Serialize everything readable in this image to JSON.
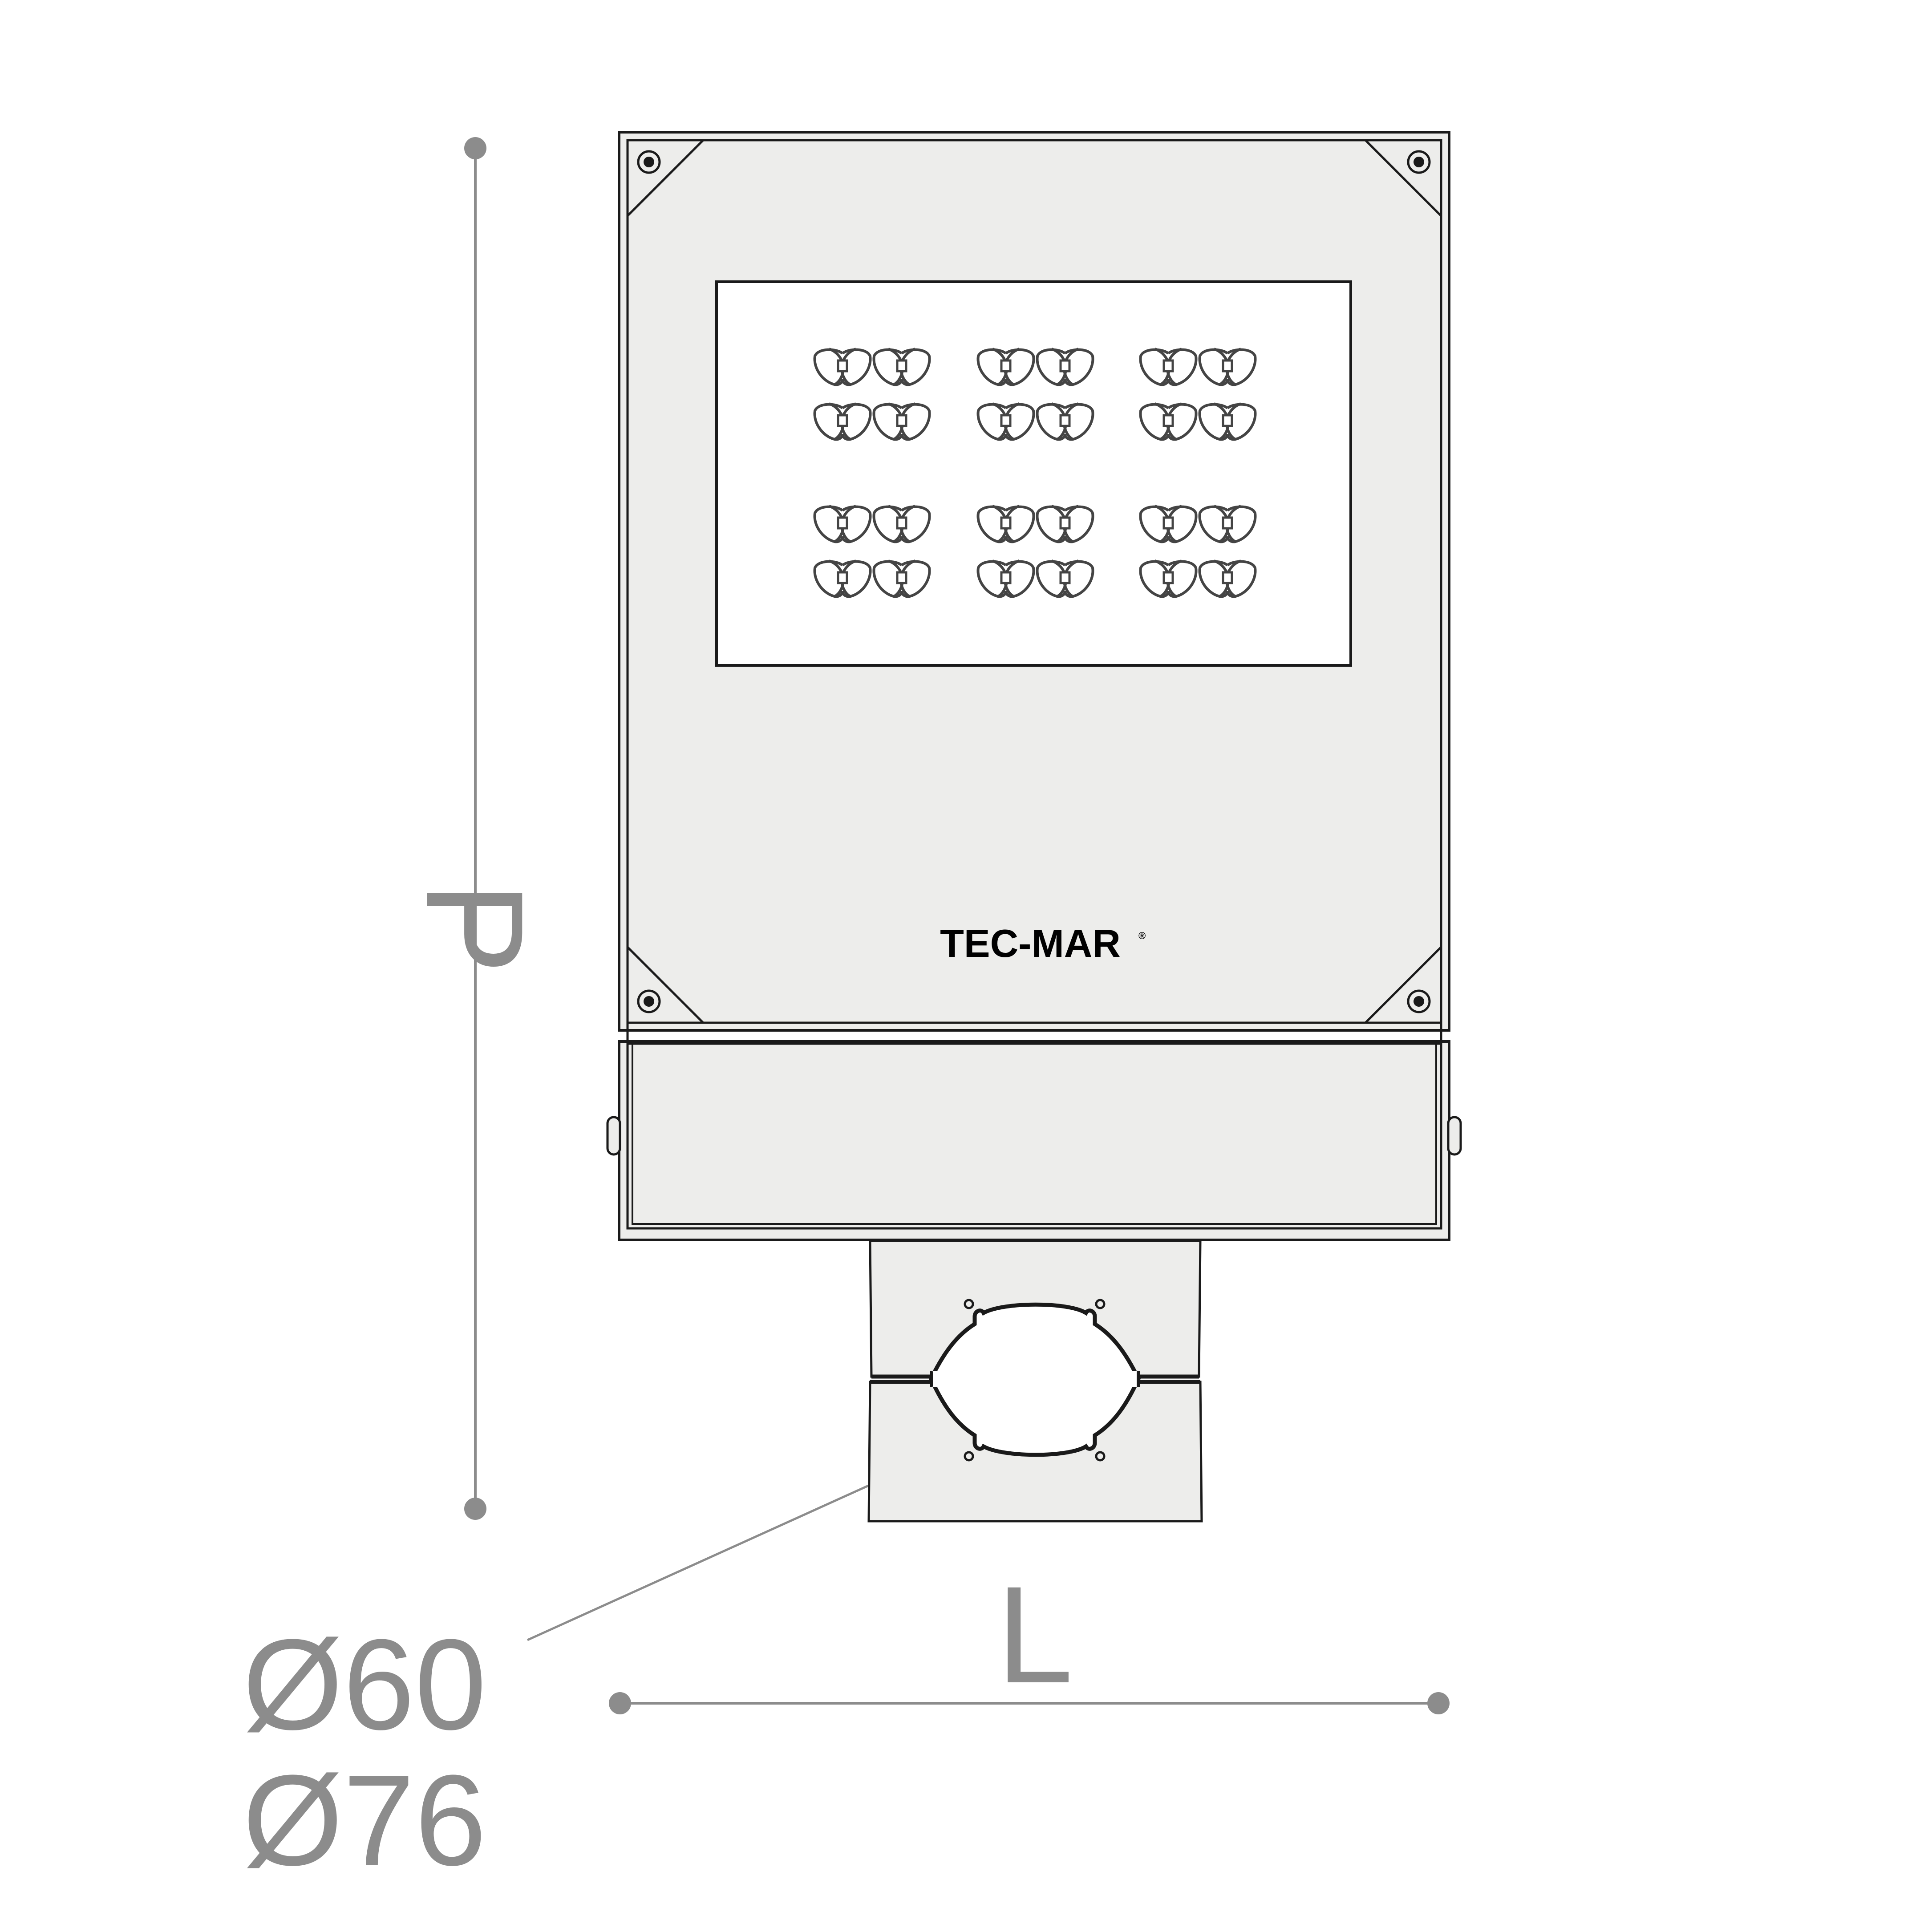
{
  "brand": {
    "name": "TEC-MAR",
    "mark": "®"
  },
  "dimensions": {
    "height_label": "P",
    "width_label": "L",
    "pole_diameters": [
      "Ø60",
      "Ø76"
    ]
  },
  "colors": {
    "housing_fill": "#ededeb",
    "outline": "#1a1a1a",
    "dimension_gray": "#8c8c8c",
    "lens_outline": "#444444"
  },
  "led_array": {
    "groups": 6,
    "leds_per_group": 4,
    "optic_icon": "double-lens-led-icon"
  }
}
